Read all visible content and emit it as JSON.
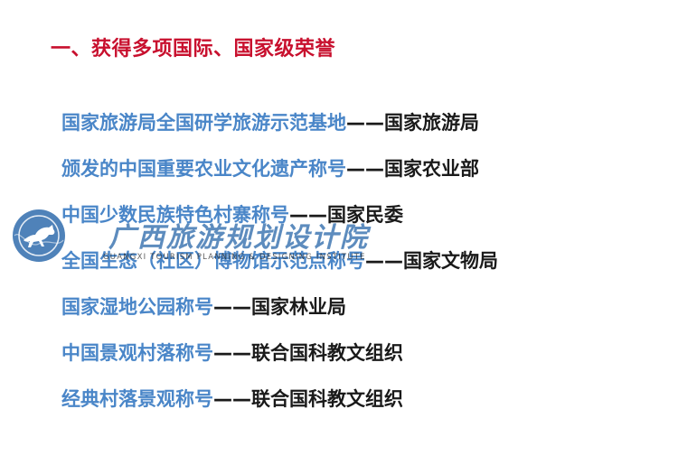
{
  "slide": {
    "title": "一、获得多项国际、国家级荣誉",
    "honors": [
      {
        "name": "国家旅游局全国研学旅游示范基地",
        "separator": "——",
        "org": "国家旅游局"
      },
      {
        "name": "颁发的中国重要农业文化遗产称号",
        "separator": "——",
        "org": "国家农业部"
      },
      {
        "name": "中国少数民族特色村寨称号",
        "separator": "——",
        "org": "国家民委"
      },
      {
        "name": "全国生态（社区）博物馆示范点称号",
        "separator": "——",
        "org": "国家文物局"
      },
      {
        "name": "国家湿地公园称号",
        "separator": "——",
        "org": "国家林业局"
      },
      {
        "name": "中国景观村落称号",
        "separator": "——",
        "org": "联合国科教文组织"
      },
      {
        "name": "经典村落景观称号",
        "separator": "——",
        "org": "联合国科教文组织"
      }
    ]
  },
  "watermark": {
    "name": "广西旅游规划设计院",
    "subtitle": "GUANGXI TOURISM PLANNING & DESIGNING INSTITUTE",
    "logo_icon": "horse-logo-icon",
    "color": "#1e5fa5"
  },
  "colors": {
    "title": "#c8102e",
    "honor_name": "#4a86c8",
    "honor_org": "#1a1a1a"
  }
}
